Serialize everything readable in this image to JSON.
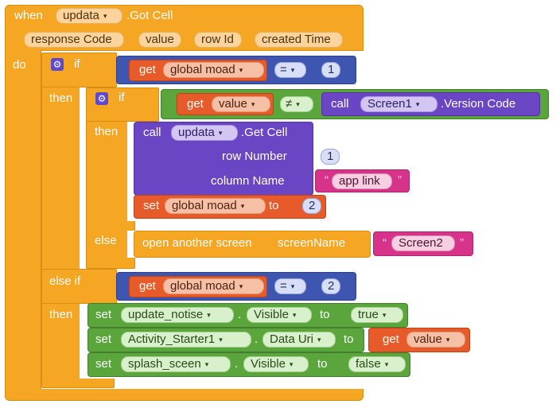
{
  "event": {
    "when_label": "when",
    "component": "updata",
    "event_name": ".Got Cell",
    "params": [
      "response Code",
      "value",
      "row Id",
      "created Time"
    ],
    "do_label": "do"
  },
  "outer_if": {
    "if_label": "if",
    "cond": {
      "get_label": "get",
      "var": "global moad",
      "op": "=",
      "num": "1"
    },
    "then_label": "then",
    "inner_if": {
      "if_label": "if",
      "cond": {
        "get_label": "get",
        "var": "value",
        "op": "≠",
        "call_label": "call",
        "component": "Screen1",
        "method": ".Version Code"
      },
      "then_label": "then",
      "call_label": "call",
      "call_component": "updata",
      "call_method": ".Get Cell",
      "row_number_label": "row Number",
      "row_number": "1",
      "column_name_label": "column Name",
      "column_name": "app link",
      "set_label": "set",
      "set_var": "global moad",
      "to_label": "to",
      "set_value": "2",
      "else_label": "else",
      "open_label": "open another screen",
      "screen_name_label": "screenName",
      "screen_name": "Screen2"
    },
    "else_if_label": "else if",
    "else_if_cond": {
      "get_label": "get",
      "var": "global moad",
      "op": "=",
      "num": "2"
    },
    "then2_label": "then",
    "sets": [
      {
        "set_label": "set",
        "component": "update_notise",
        "dot": ".",
        "property": "Visible",
        "to_label": "to",
        "value": "true"
      },
      {
        "set_label": "set",
        "component": "Activity_Starter1",
        "dot": ".",
        "property": "Data Uri",
        "to_label": "to",
        "get_label": "get",
        "value": "value"
      },
      {
        "set_label": "set",
        "component": "splash_sceen",
        "dot": ".",
        "property": "Visible",
        "to_label": "to",
        "value": "false"
      }
    ]
  },
  "colors": {
    "event": "#f5a623",
    "control": "#f5a623",
    "variable": "#e75b2a",
    "math": "#3f56b0",
    "logic": "#5aa53c",
    "procedure": "#6a46c4",
    "text": "#d7338a",
    "component_setter": "#5aa53c"
  }
}
